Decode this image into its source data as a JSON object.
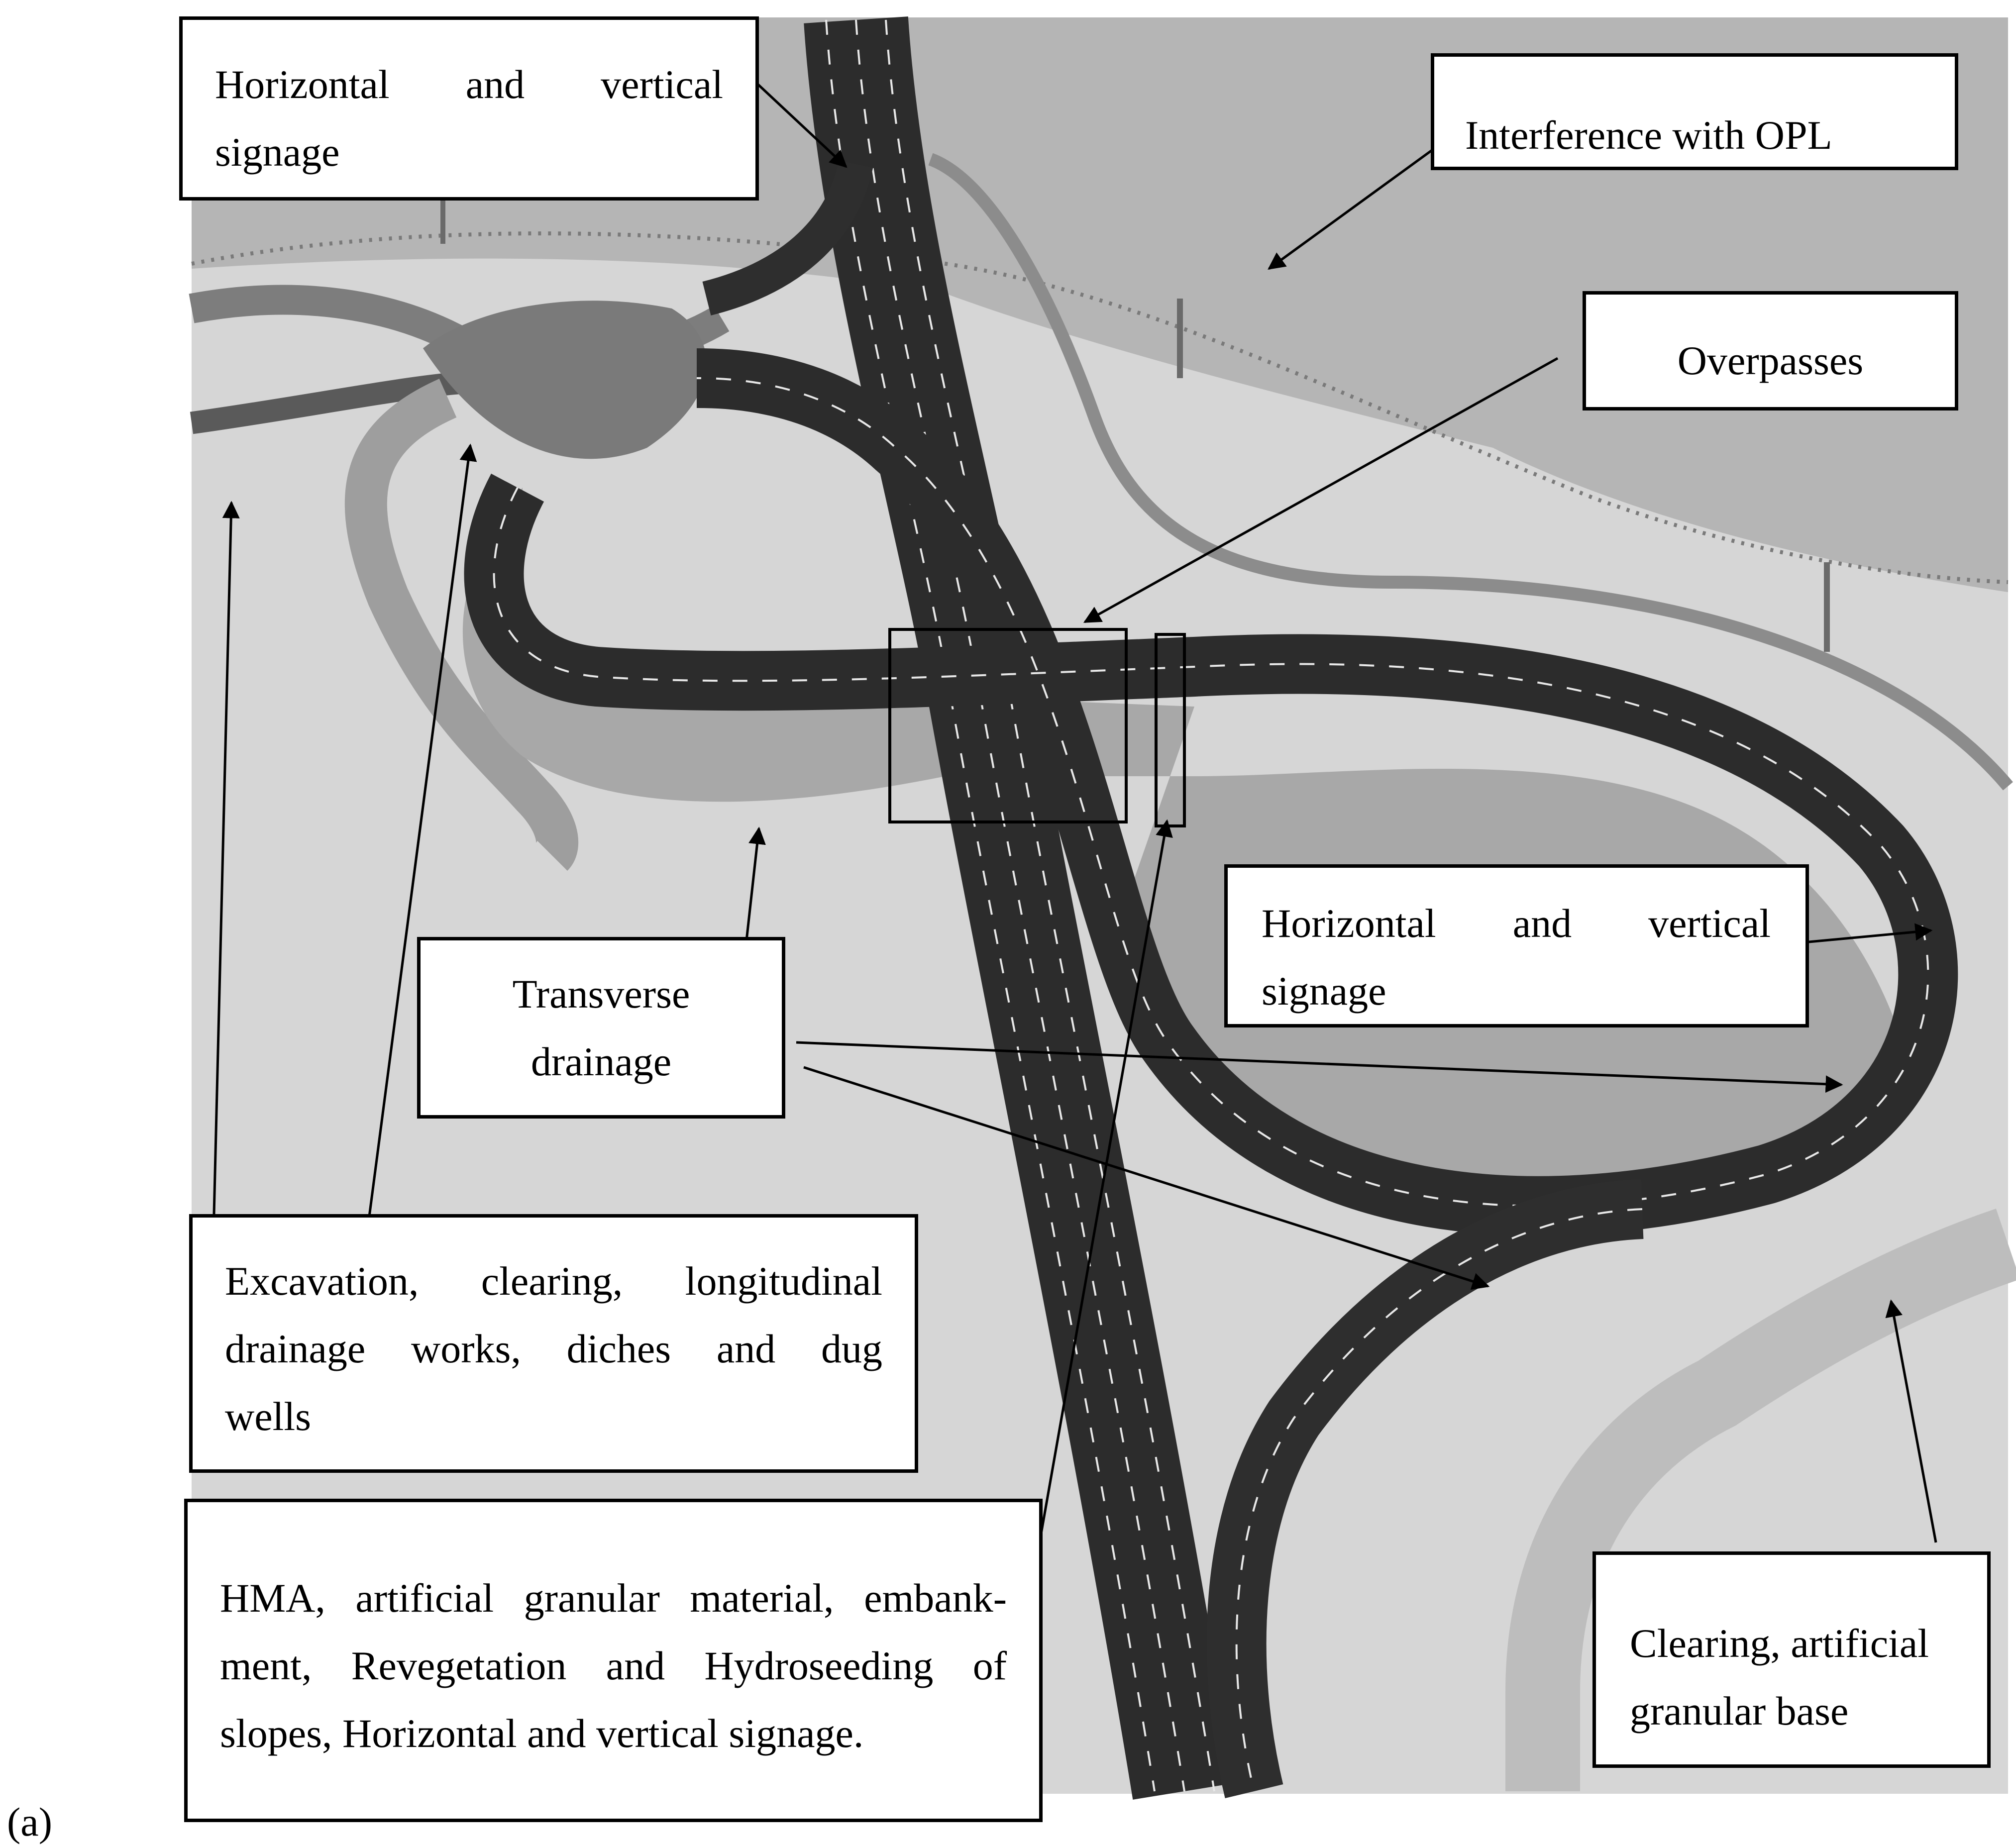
{
  "figure": {
    "panel_letter": "(a)",
    "colors": {
      "background": "#d6d6d6",
      "upper_terrain": "#b3b3b3",
      "road_surface": "#2e2e2e",
      "embankment": "#9a9a9a",
      "lane_marking": "#e8e8e8",
      "label_border": "#000000",
      "label_fill": "#ffffff"
    }
  },
  "labels": {
    "signage_top": [
      "Horizontal and vertical",
      "signage"
    ],
    "opl": [
      "Interference with OPL"
    ],
    "overpasses": [
      "Overpasses"
    ],
    "signage_right": [
      "Horizontal and vertical",
      "signage"
    ],
    "transverse": [
      "Transverse",
      "drainage"
    ],
    "excavation": [
      "Excavation, clearing, longitudinal",
      "drainage works, diches and dug",
      "wells"
    ],
    "hma": [
      "HMA, artificial granular material, embank-",
      "ment, Revegetation and Hydroseeding of",
      "slopes, Horizontal and vertical signage."
    ],
    "clearing": [
      "Clearing, artificial",
      "granular base"
    ]
  }
}
